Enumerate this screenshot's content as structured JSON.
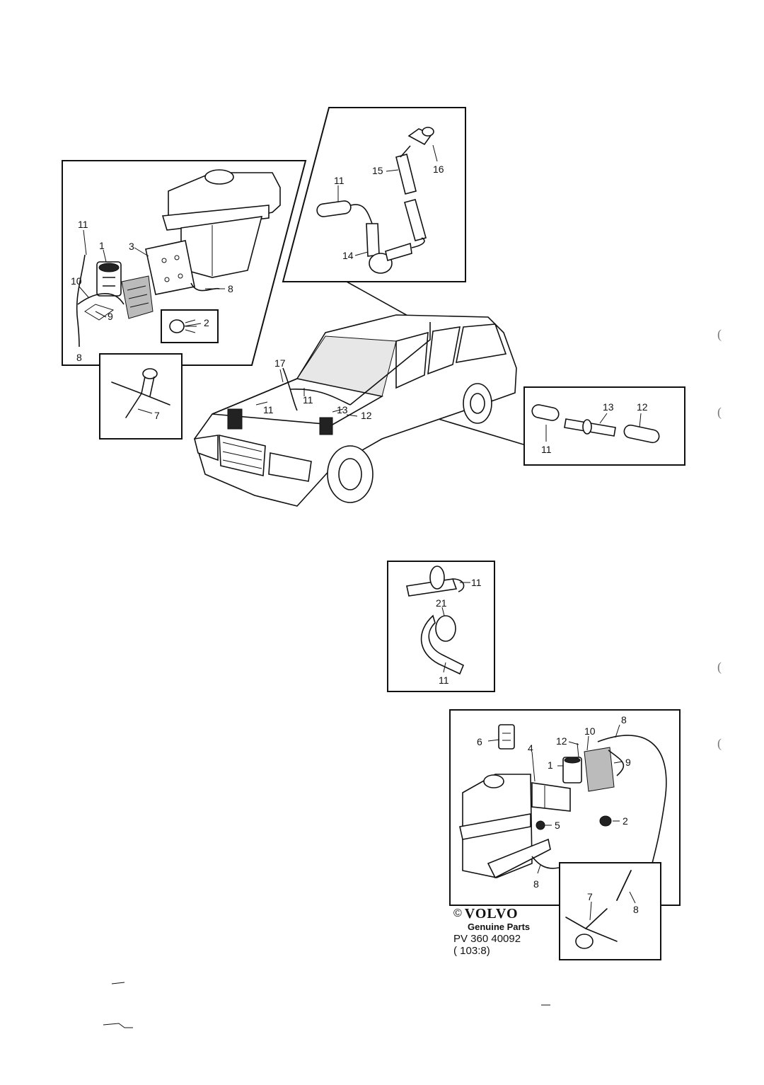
{
  "callouts": {
    "reservoir_view": {
      "n11": "11",
      "n1": "1",
      "n3": "3",
      "n10": "10",
      "n9": "9",
      "n8a": "8",
      "n8b": "8",
      "n2": "2"
    },
    "tee_view": {
      "n7": "7"
    },
    "rear_hose_view": {
      "n11": "11",
      "n15": "15",
      "n16": "16",
      "n14": "14"
    },
    "car_view": {
      "n17": "17",
      "n11a": "11",
      "n11b": "11",
      "n13": "13",
      "n12": "12"
    },
    "connector_view": {
      "n13": "13",
      "n12": "12",
      "n11": "11"
    },
    "grommet_view": {
      "n11a": "11",
      "n21": "21",
      "n11b": "11"
    },
    "alt_reservoir_view": {
      "n8a": "8",
      "n12": "12",
      "n10": "10",
      "n6": "6",
      "n4": "4",
      "n1": "1",
      "n9": "9",
      "n5": "5",
      "n2": "2",
      "n8b": "8"
    },
    "alt_tee_view": {
      "n7": "7",
      "n8": "8"
    }
  },
  "brand": {
    "copyright_symbol": "©",
    "logo_text": "VOLVO",
    "genuine_parts": "Genuine Parts",
    "part_code": "PV 360 40092",
    "section_code": "( 103:8)"
  },
  "edge_marks": [
    "(",
    "(",
    "(",
    "("
  ]
}
